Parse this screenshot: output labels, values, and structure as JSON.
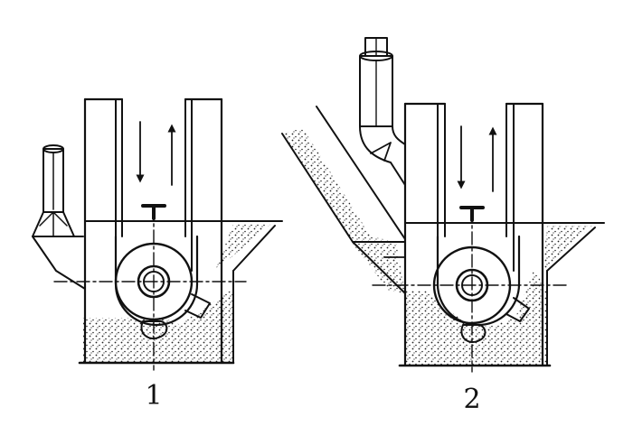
{
  "figure": {
    "panels": [
      {
        "id": "panel-1",
        "label": "1"
      },
      {
        "id": "panel-2",
        "label": "2"
      }
    ]
  },
  "colors": {
    "ink": "#111111",
    "background": "#ffffff",
    "stipple": "#222222"
  }
}
